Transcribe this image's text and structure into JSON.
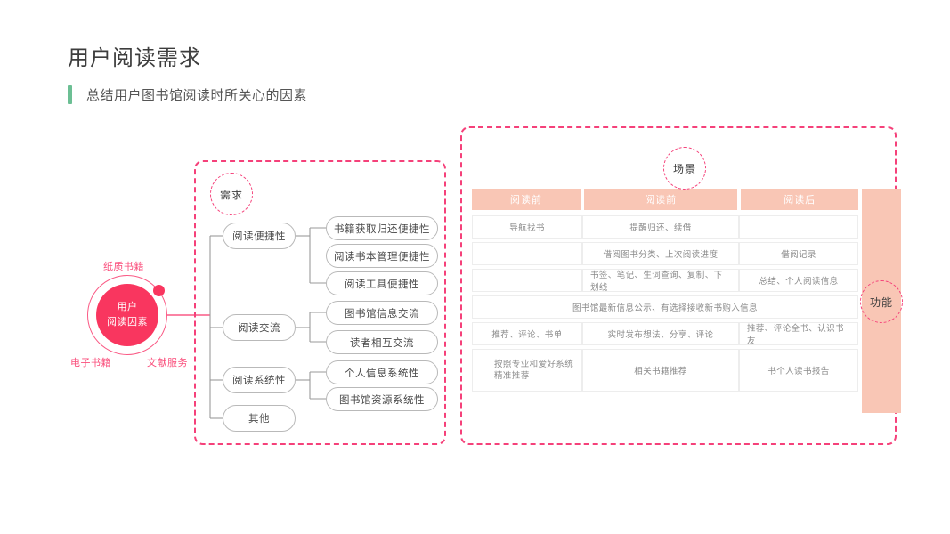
{
  "header": {
    "title": "用户阅读需求",
    "subtitle": "总结用户图书馆阅读时所关心的因素",
    "accent_color": "#6cbf94"
  },
  "theme": {
    "pink": "#f5417a",
    "hub_pink": "#f9365f",
    "salmon": "#f9c6b5",
    "node_border": "#b9b9b9",
    "text_gray": "#8a8a8a"
  },
  "hub": {
    "line1": "用户",
    "line2": "阅读因素",
    "labels": {
      "paper": "纸质书籍",
      "digital": "电子书籍",
      "docs": "文献服务"
    }
  },
  "badges": {
    "demand": "需求",
    "scene": "场景",
    "function": "功能"
  },
  "mindmap": {
    "branches": [
      {
        "label": "阅读便捷性",
        "children": [
          "书籍获取归还便捷性",
          "阅读书本管理便捷性",
          "阅读工具便捷性"
        ]
      },
      {
        "label": "阅读交流",
        "children": [
          "图书馆信息交流",
          "读者相互交流"
        ]
      },
      {
        "label": "阅读系统性",
        "children": [
          "个人信息系统性",
          "图书馆资源系统性"
        ]
      },
      {
        "label": "其他",
        "children": []
      }
    ]
  },
  "table": {
    "headers": [
      "阅读前",
      "阅读前",
      "阅读后"
    ],
    "rows": [
      {
        "type": "cols",
        "cells": [
          "导航找书",
          "提醒归还、续借",
          ""
        ]
      },
      {
        "type": "cols",
        "cells": [
          "",
          "借阅图书分类、上次阅读进度",
          "借阅记录"
        ]
      },
      {
        "type": "cols",
        "cells": [
          "",
          "书签、笔记、生词查询、复制、下划线",
          "总结、个人阅读信息"
        ]
      },
      {
        "type": "span",
        "cells": [
          "图书馆最新信息公示、有选择接收新书购入信息"
        ]
      },
      {
        "type": "cols",
        "cells": [
          "推荐、评论、书单",
          "实时发布想法、分享、评论",
          "推荐、评论全书、认识书友"
        ]
      },
      {
        "type": "cols-tall",
        "cells": [
          "按照专业和爱好系统\n精准推荐",
          "相关书籍推荐",
          "书个人读书报告"
        ]
      }
    ]
  }
}
